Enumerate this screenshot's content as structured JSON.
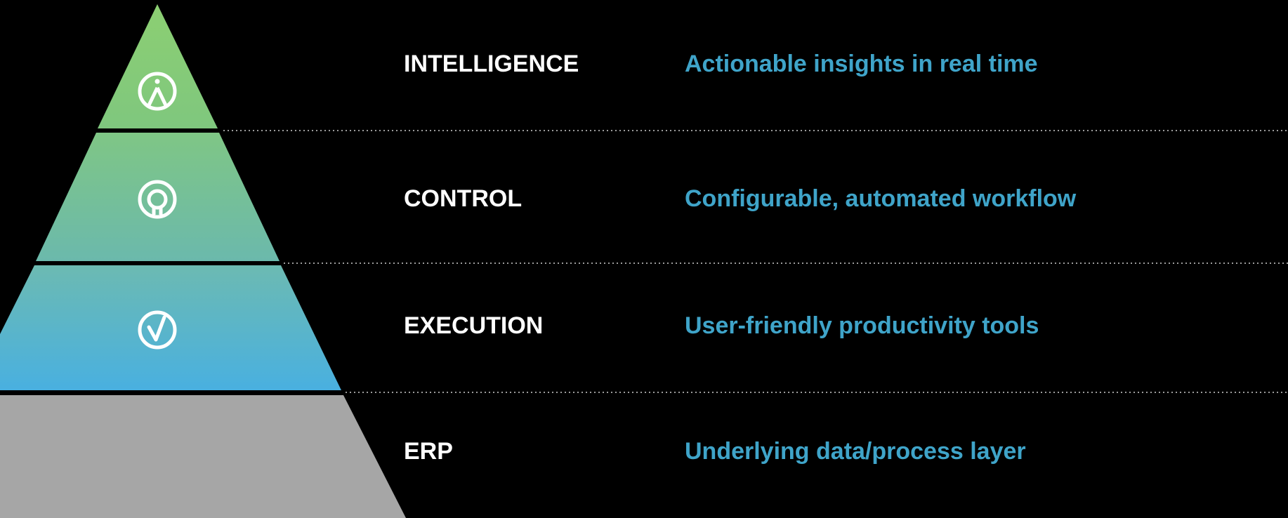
{
  "colors": {
    "background": "#000000",
    "label": "#ffffff",
    "description": "#3fa4c9",
    "divider": "#cfcfcf",
    "intelligence_top": "#8ccf72",
    "intelligence_bottom": "#7fc77e",
    "control_top": "#7fc685",
    "control_bottom": "#6bb9ac",
    "execution_top": "#6cbab2",
    "execution_bottom": "#49b0e0",
    "erp": "#a6a6a6",
    "icon": "#ffffff"
  },
  "tiers": [
    {
      "label": "INTELLIGENCE",
      "description": "Actionable insights in real time",
      "icon": "info-person-icon"
    },
    {
      "label": "CONTROL",
      "description": "Configurable, automated workflow",
      "icon": "target-icon"
    },
    {
      "label": "EXECUTION",
      "description": "User-friendly productivity tools",
      "icon": "checkmark-icon"
    },
    {
      "label": "ERP",
      "description": "Underlying data/process layer",
      "icon": ""
    }
  ]
}
